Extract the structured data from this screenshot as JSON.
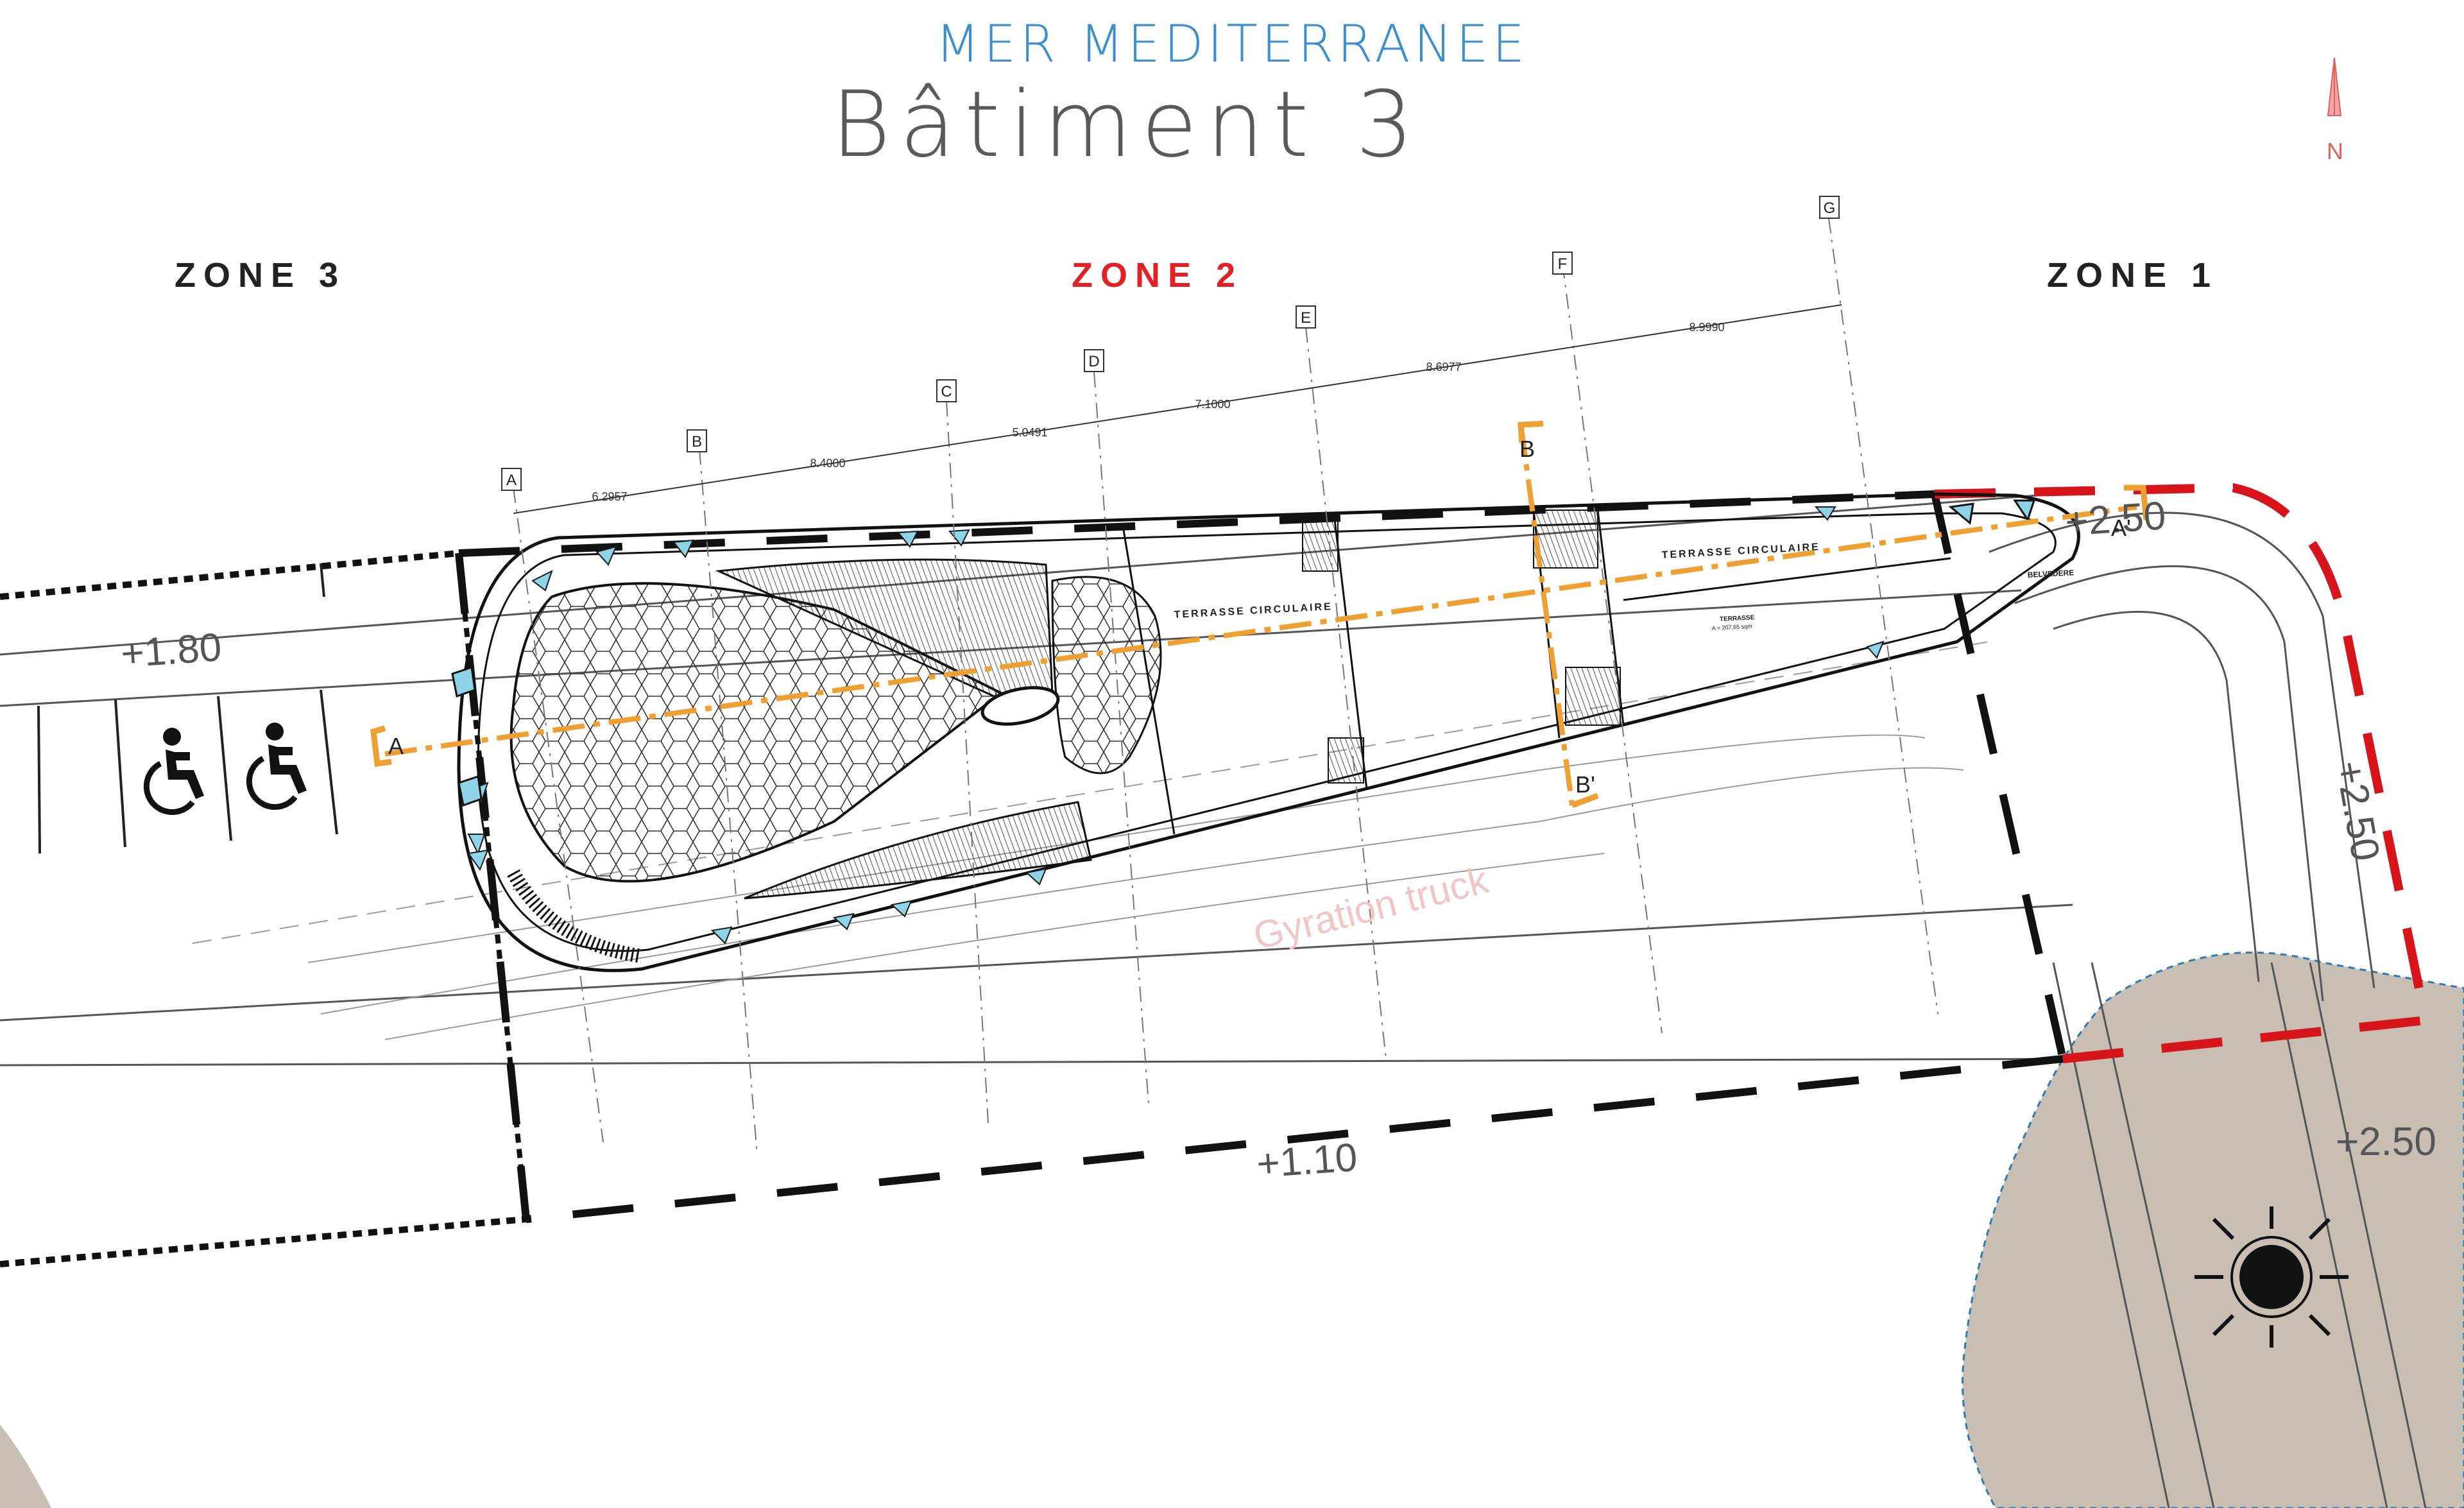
{
  "header": {
    "sea_label": "MER MEDITERRANEE",
    "building_title": "Bâtiment 3"
  },
  "zones": {
    "zone3": "ZONE 3",
    "zone2": "ZONE 2",
    "zone1": "ZONE 1"
  },
  "zone_colors": {
    "zone2": "#e32024",
    "other": "#222222"
  },
  "north_label": "N",
  "gridlines": {
    "labels": [
      "A",
      "B",
      "C",
      "D",
      "E",
      "F",
      "G"
    ],
    "spacings": [
      "6.2957",
      "8.4000",
      "5.0491",
      "7.1000",
      "8.6977",
      "8.9990"
    ]
  },
  "levels": {
    "parking": "+1.80",
    "road_bottom": "+1.10",
    "top_right": "+2.50",
    "right_side": "+2.50",
    "square": "+2.50"
  },
  "rooms": {
    "terrace_1": "TERRASSE CIRCULAIRE",
    "terrace_2": "TERRASSE CIRCULAIRE",
    "belvedere": "BELVEDERE",
    "terrasse_small": "TERRASSE",
    "terrasse_area": "A = 207,65 sqm"
  },
  "sections": {
    "a_start": "A",
    "a_end": "A'",
    "b_start": "B",
    "b_end": "B'"
  },
  "annotations": {
    "gyration": "Gyration truck"
  },
  "colors": {
    "section_line": "#f0a030",
    "boundary_red": "#d8141b",
    "ground_patch": "#c8bfb2",
    "glazing": "#8fd3e8",
    "linework": "#1a1a1a",
    "grey_lines": "#9a9a9a"
  }
}
